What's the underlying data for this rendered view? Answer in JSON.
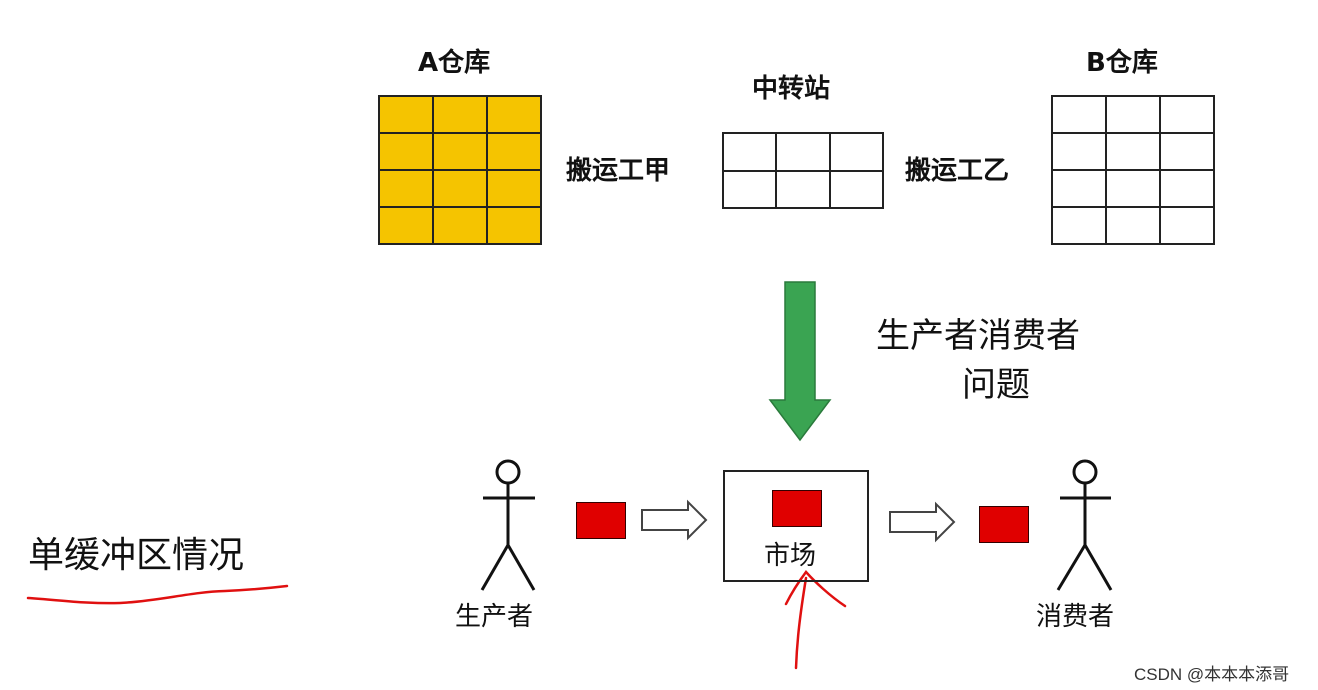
{
  "top": {
    "warehouse_a": {
      "title": "A仓库",
      "fill": "#f5c400",
      "rows": 4,
      "cols": 3
    },
    "transfer": {
      "title": "中转站",
      "rows": 2,
      "cols": 3
    },
    "warehouse_b": {
      "title": "B仓库",
      "fill": "#ffffff",
      "rows": 4,
      "cols": 3
    },
    "worker_a": "搬运工甲",
    "worker_b": "搬运工乙"
  },
  "arrow": {
    "color": "#3aa452",
    "caption_line1": "生产者消费者",
    "caption_line2": "问题"
  },
  "bottom": {
    "producer_label": "生产者",
    "market_label": "市场",
    "consumer_label": "消费者",
    "item_color": "#e00000"
  },
  "annotation": {
    "text": "单缓冲区情况",
    "underline_color": "#e01010",
    "pointer_color": "#e01010"
  },
  "watermark": {
    "text": "CSDN @本本本添哥"
  }
}
